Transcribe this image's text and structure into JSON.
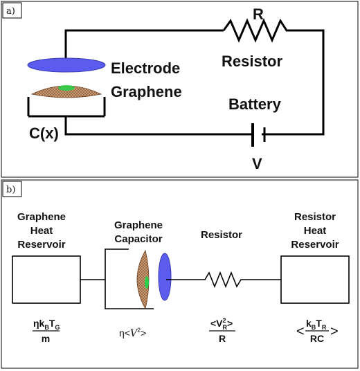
{
  "panel_a": {
    "tag": "a)",
    "labels": {
      "r": "R",
      "resistor": "Resistor",
      "electrode": "Electrode",
      "graphene": "Graphene",
      "battery": "Battery",
      "cx": "C(x)",
      "v": "V"
    }
  },
  "panel_b": {
    "tag": "b)",
    "labels": {
      "graphene_reservoir": [
        "Graphene",
        "Heat",
        "Reservoir"
      ],
      "graphene_capacitor": [
        "Graphene",
        "Capacitor"
      ],
      "resistor": "Resistor",
      "resistor_reservoir": [
        "Resistor",
        "Heat",
        "Reservoir"
      ]
    },
    "formulas": {
      "f1_num": "ηk",
      "f1_sub_b": "B",
      "f1_t": "T",
      "f1_sub_g": "G",
      "f1_den": "m",
      "f2": "η<",
      "f2_v": "V",
      "f2_exp": "2",
      "f2_end": ">",
      "f3_open": "<V",
      "f3_exp": "2",
      "f3_sub": "R",
      "f3_close": ">",
      "f3_den": "R",
      "f4_k": "k",
      "f4_sub_b": "B",
      "f4_t": "T",
      "f4_sub_r": "R",
      "f4_den": "RC",
      "f4_lt": "<",
      "f4_gt": ">"
    }
  },
  "colors": {
    "electrode": "#5b5bf0",
    "graphene": "#b07a52",
    "graphene_highlight": "#2ecf4a",
    "wire": "#000000"
  }
}
